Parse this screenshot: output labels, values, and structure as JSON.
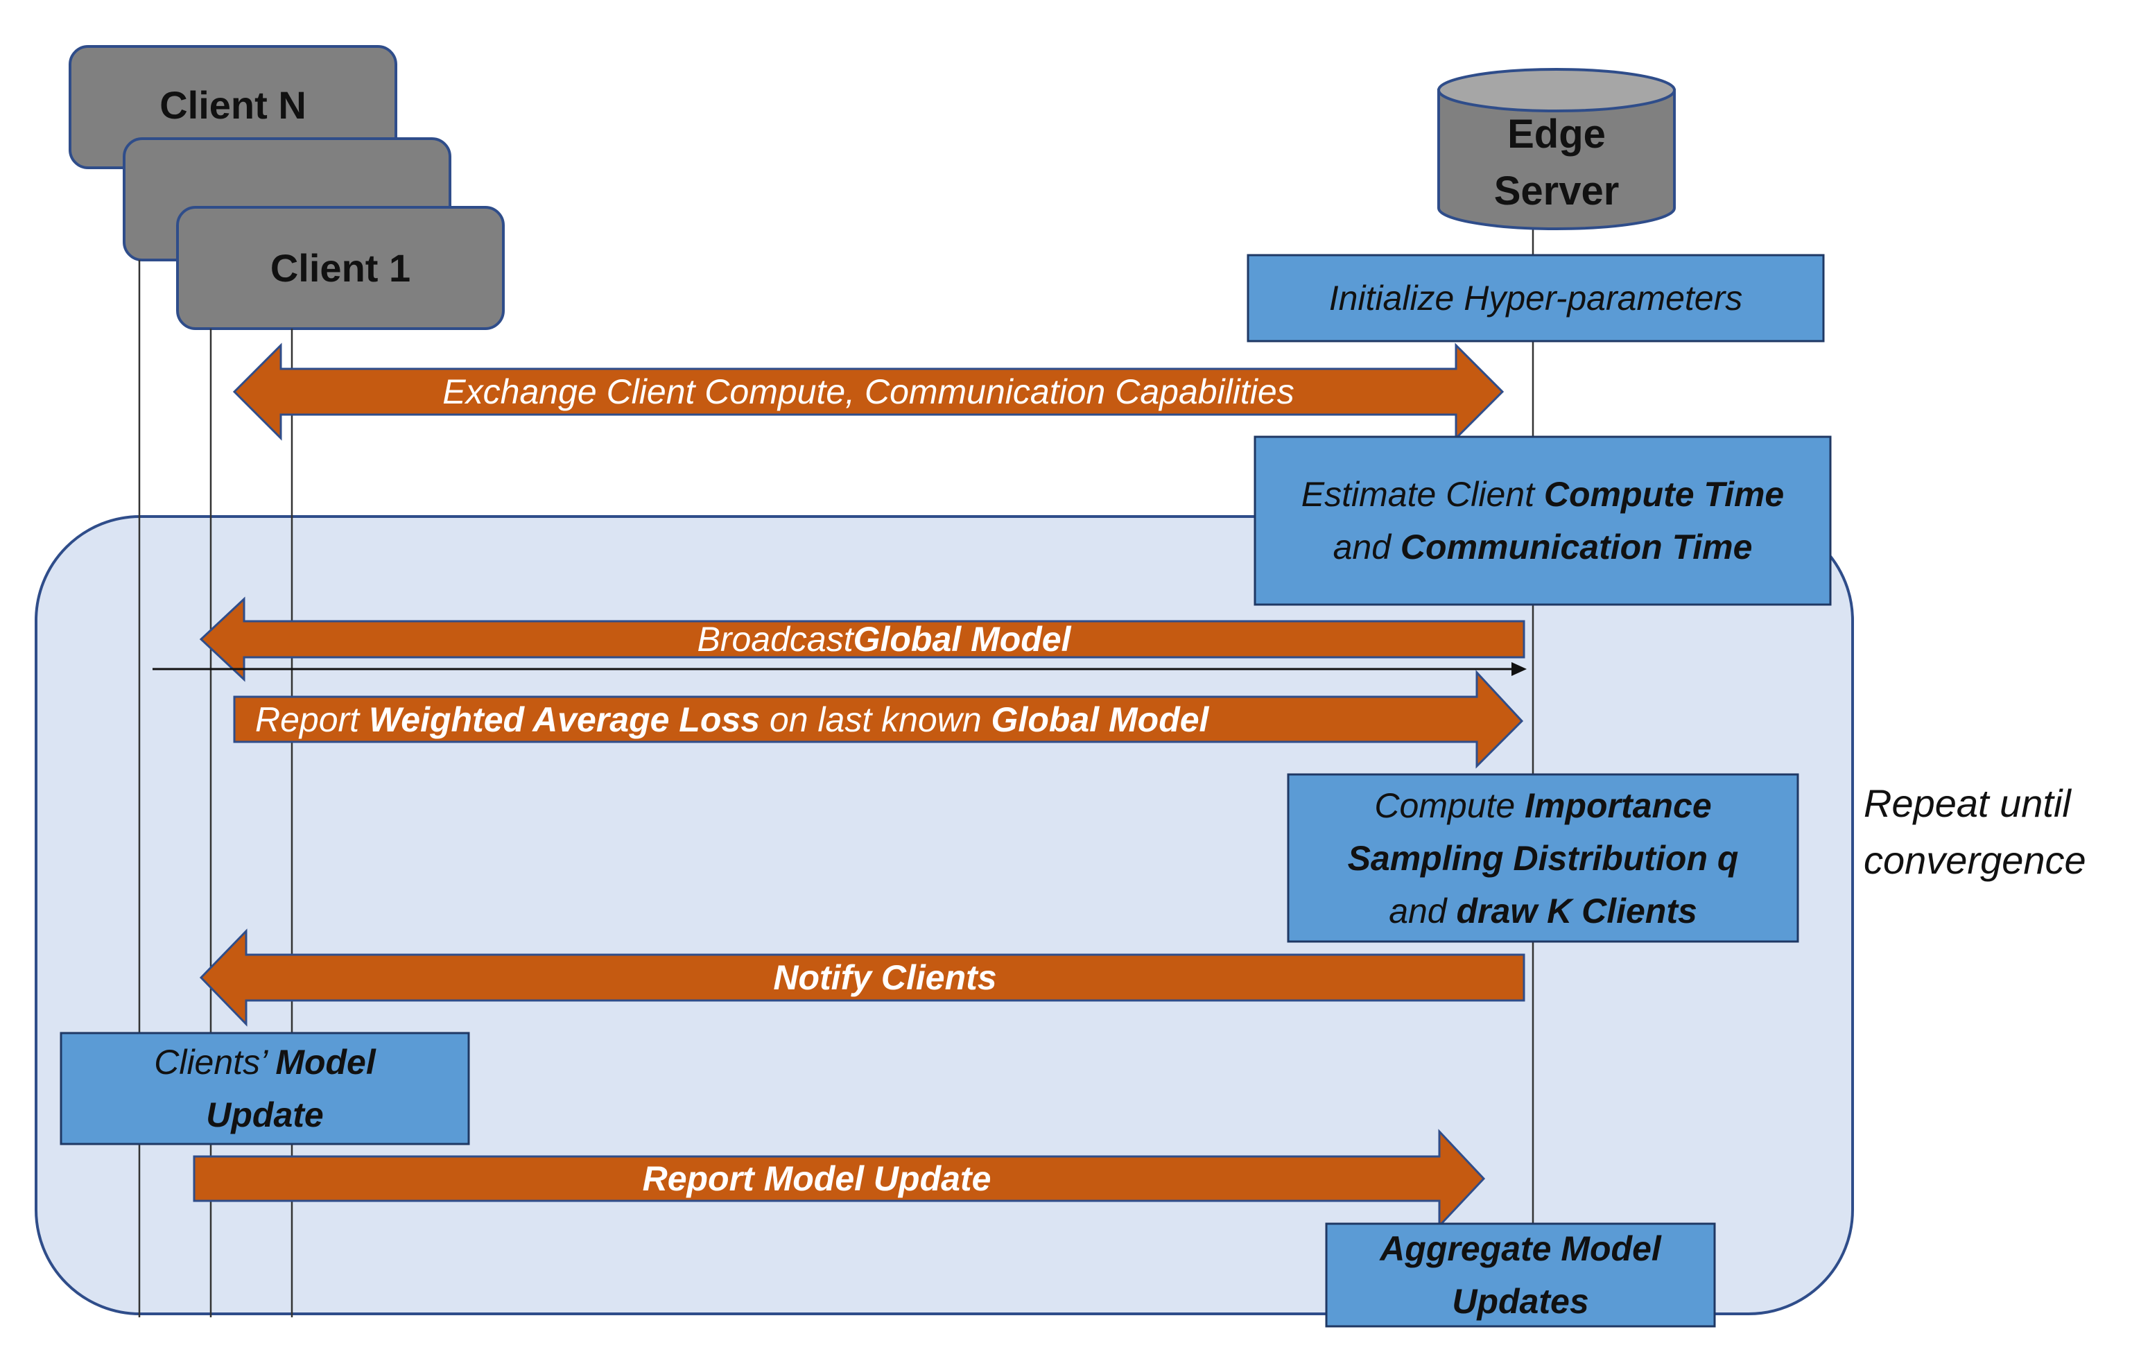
{
  "colors": {
    "client_fill": "#808080",
    "panel_fill": "#dbe4f3",
    "panel_stroke": "#2f4d8a",
    "box_fill": "#5b9bd5",
    "box_stroke": "#1f3864",
    "arrow_fill": "#c55a11",
    "arrow_stroke": "#2f4d8a",
    "server_fill": "#808080",
    "server_top": "#a6a6a6"
  },
  "clients": {
    "back_label": "Client N",
    "middle_label": "",
    "front_label": "Client 1"
  },
  "server": {
    "line1": "Edge",
    "line2": "Server"
  },
  "loop": {
    "line1": "Repeat until",
    "line2": "convergence"
  },
  "steps": {
    "init": {
      "text": "Initialize Hyper-parameters"
    },
    "exchange": {
      "text": "Exchange Client Compute, Communication Capabilities"
    },
    "estimate": {
      "a": "Estimate Client ",
      "b": "Compute Time",
      "c": "and ",
      "d": "Communication Time"
    },
    "broadcast": {
      "a": "Broadcast ",
      "b": "Global Model"
    },
    "report_loss": {
      "a": "Report ",
      "b": "Weighted Average Loss",
      "c": " on last known ",
      "d": "Global Model"
    },
    "compute_is": {
      "a": "Compute ",
      "b": "Importance",
      "c": "Sampling Distribution q",
      "d": "and ",
      "e": "draw K Clients"
    },
    "notify": {
      "text": "Notify Clients"
    },
    "model_update": {
      "a": "Clients’ ",
      "b": "Model",
      "c": "Update"
    },
    "report_update": {
      "text": "Report Model Update"
    },
    "aggregate": {
      "a": "Aggregate Model",
      "b": "Updates"
    }
  }
}
